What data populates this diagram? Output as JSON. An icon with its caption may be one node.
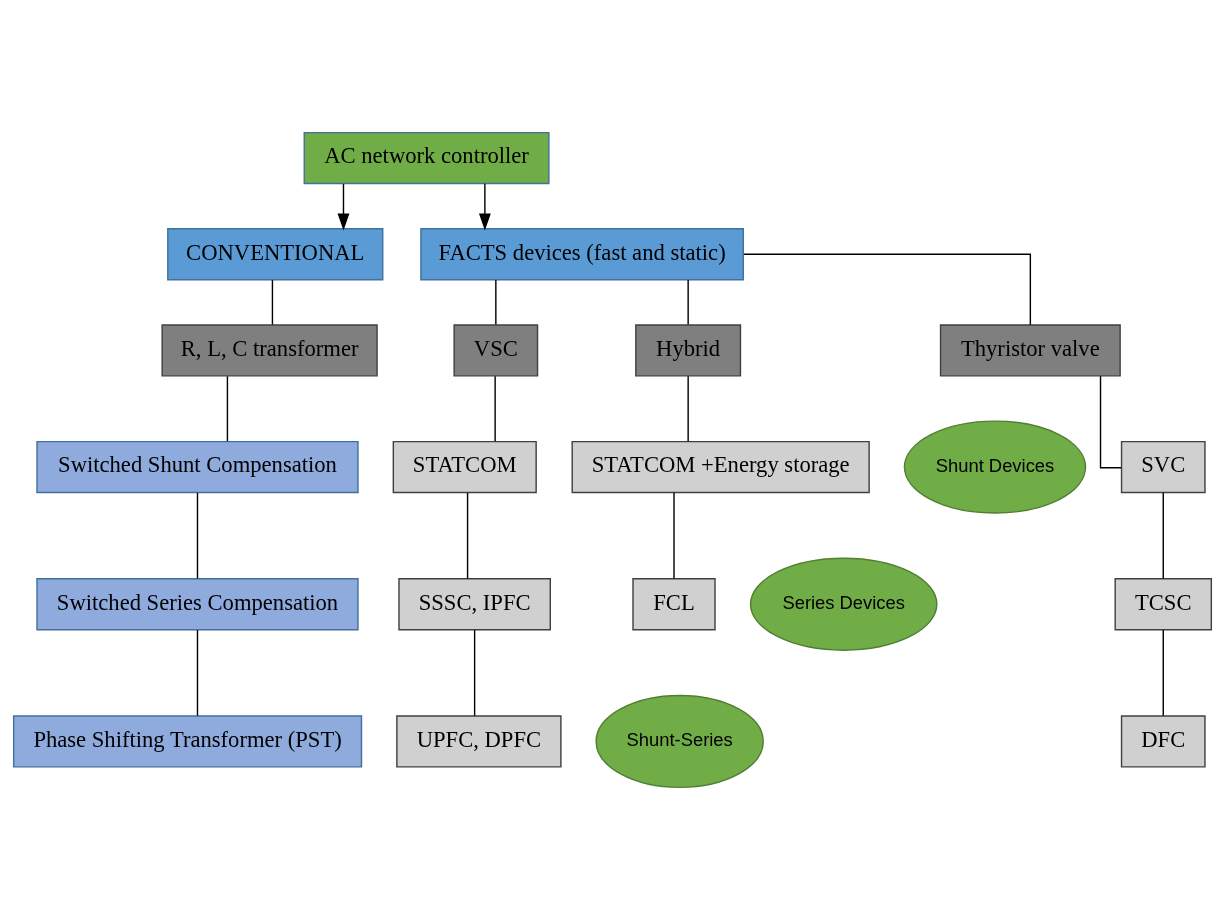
{
  "diagram": {
    "nodes": [
      {
        "text": [
          "AC network controller"
        ]
      },
      {
        "text": [
          "CONVENTIONAL"
        ]
      },
      {
        "text": [
          "FACTS devices (fast and static)"
        ]
      },
      {
        "text": [
          "R, L, C transformer"
        ]
      },
      {
        "text": [
          "Switched Shunt Compensation"
        ]
      },
      {
        "text": [
          "Switched Series Compensation"
        ]
      },
      {
        "text": [
          "Phase Shifting Transformer (PST)"
        ]
      },
      {
        "text": [
          "Shunt Devices"
        ]
      },
      {
        "text": [
          "Series Devices"
        ]
      },
      {
        "text": [
          "Shunt-Series"
        ]
      },
      {
        "text": [
          "Thyristor valve"
        ]
      },
      {
        "text": [
          "VSC"
        ]
      },
      {
        "text": [
          "Hybrid"
        ]
      },
      {
        "text": [
          "SVC"
        ]
      },
      {
        "text": [
          "STATCOM"
        ]
      },
      {
        "text": [
          "STATCOM +Energy storage"
        ]
      },
      {
        "text": [
          "TCSC"
        ]
      },
      {
        "text": [
          "SSSC, IPFC"
        ]
      },
      {
        "text": [
          "FCL"
        ]
      },
      {
        "text": [
          "DFC"
        ]
      },
      {
        "text": [
          "UPFC, DPFC"
        ]
      }
    ],
    "edges": [
      {
        "from": 0,
        "to": 1,
        "arrow": "to"
      },
      {
        "from": 0,
        "to": 2,
        "arrow": "to"
      },
      {
        "from": 1,
        "to": 3,
        "arrow": "none"
      },
      {
        "from": 3,
        "to": 4,
        "arrow": "none"
      },
      {
        "from": 4,
        "to": 5,
        "arrow": "none"
      },
      {
        "from": 5,
        "to": 6,
        "arrow": "none"
      },
      {
        "from": 2,
        "to": 10,
        "arrow": "none"
      },
      {
        "from": 2,
        "to": 11,
        "arrow": "none"
      },
      {
        "from": 2,
        "to": 12,
        "arrow": "none"
      },
      {
        "from": 10,
        "to": 13,
        "arrow": "none"
      },
      {
        "from": 13,
        "to": 16,
        "arrow": "none"
      },
      {
        "from": 16,
        "to": 19,
        "arrow": "none"
      },
      {
        "from": 11,
        "to": 14,
        "arrow": "none"
      },
      {
        "from": 14,
        "to": 17,
        "arrow": "none"
      },
      {
        "from": 17,
        "to": 20,
        "arrow": "none"
      },
      {
        "from": 12,
        "to": 15,
        "arrow": "none"
      },
      {
        "from": 15,
        "to": 18,
        "arrow": "none"
      }
    ]
  }
}
